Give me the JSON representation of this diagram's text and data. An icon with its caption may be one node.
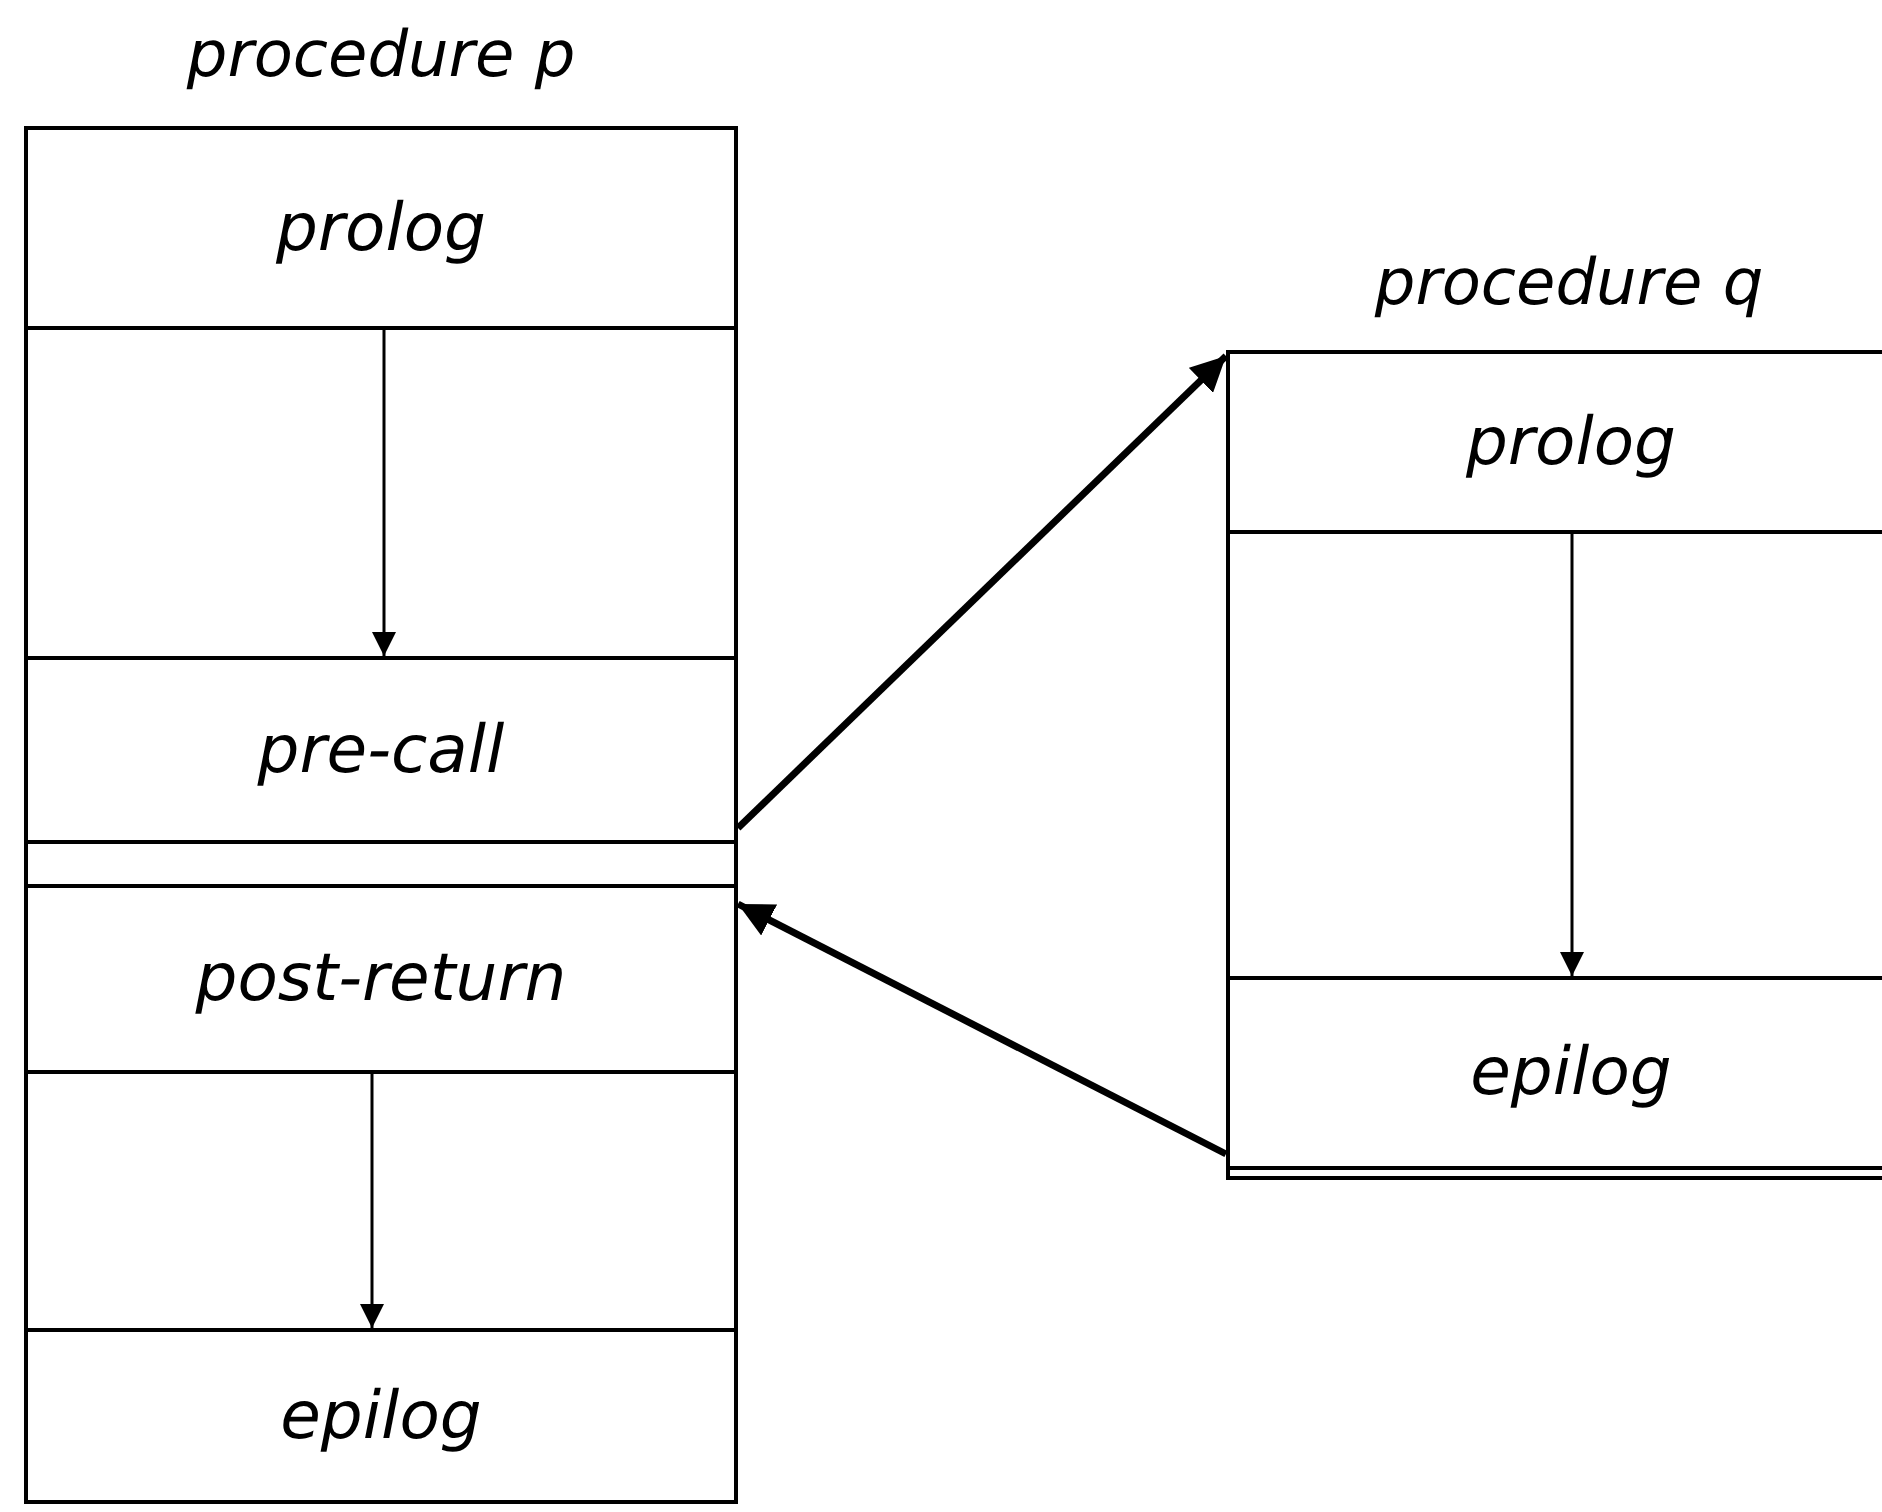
{
  "diagram": {
    "nodes": [
      {
        "text": [
          "procedure p"
        ]
      },
      {
        "text": [
          "prolog"
        ],
        "in": 0
      },
      {
        "text": [
          "pre-call"
        ],
        "in": 0
      },
      {
        "text": [
          "post-return"
        ],
        "in": 0
      },
      {
        "text": [
          "epilog"
        ],
        "in": 0
      },
      {
        "text": [
          "procedure q"
        ]
      },
      {
        "text": [
          "prolog"
        ],
        "in": 5
      },
      {
        "text": [
          "epilog"
        ],
        "in": 5
      }
    ],
    "edges": [
      {
        "from": 1,
        "to": 2,
        "arrow": "to"
      },
      {
        "from": 2,
        "to": 5,
        "arrow": "to",
        "style": "thick"
      },
      {
        "from": 7,
        "to": 3,
        "arrow": "to",
        "style": "thick"
      },
      {
        "from": 6,
        "to": 7,
        "arrow": "to"
      },
      {
        "from": 3,
        "to": 4,
        "arrow": "to"
      }
    ]
  }
}
